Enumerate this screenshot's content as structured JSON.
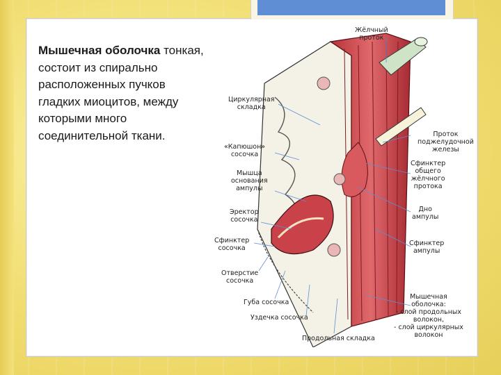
{
  "slide": {
    "body_lead": "Мышечная оболочка",
    "body_rest": "тонкая, состоит из спирально расположенных пучков гладких миоцитов, между которыми много соединительной ткани."
  },
  "figure": {
    "labels": {
      "bile_duct": "Жёлчный\nпроток",
      "circular_fold": "Циркулярная\nскладка",
      "hood": "«Капюшон»\nсосочка",
      "ampulla_base_muscle": "Мышца\nоснования\nампулы",
      "papilla_erector": "Эректор\nсосочка",
      "papilla_sphincter": "Сфинктер\nсосочка",
      "papilla_opening": "Отверстие\nсосочка",
      "papilla_lip": "Губа сосочка",
      "papilla_frenulum": "Уздечка сосочка",
      "longitudinal_fold": "Продольная складка",
      "pancreatic_duct": "Проток\nподжелудочной\nжелезы",
      "cbd_sphincter": "Сфинктер\nобщего\nжёлчного\nпротока",
      "ampulla_floor": "Дно\nампулы",
      "ampulla_sphincter": "Сфинктер\nампулы",
      "muscular_coat": "Мышечная\nоболочка:\n- слой продольных\nволокон,\n- слой циркулярных\nволокон"
    }
  }
}
